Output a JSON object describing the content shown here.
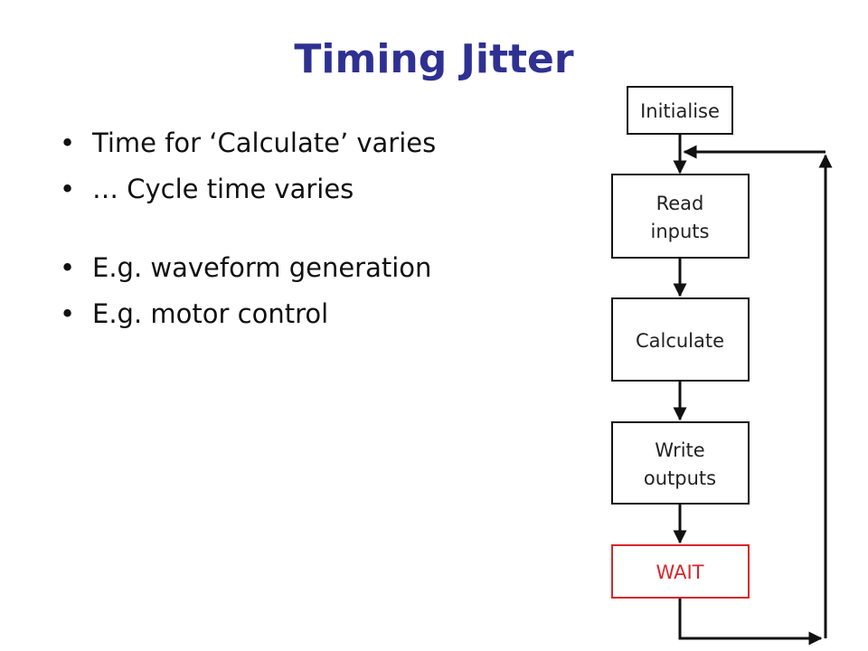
{
  "slide": {
    "title": "Timing Jitter",
    "bullets": [
      {
        "dot": "•",
        "text": "Time for ‘Calculate’ varies"
      },
      {
        "dot": "•",
        "text": "… Cycle time varies"
      },
      {
        "dot": "•",
        "text": "E.g. waveform generation"
      },
      {
        "dot": "•",
        "text": "E.g. motor control"
      }
    ]
  },
  "flowchart": {
    "initialise": "Initialise",
    "read": [
      "Read",
      "inputs"
    ],
    "calculate": "Calculate",
    "write": [
      "Write",
      "outputs"
    ],
    "wait": "WAIT",
    "colors": {
      "wait": "#d9262a",
      "title": "#2e3192"
    }
  }
}
